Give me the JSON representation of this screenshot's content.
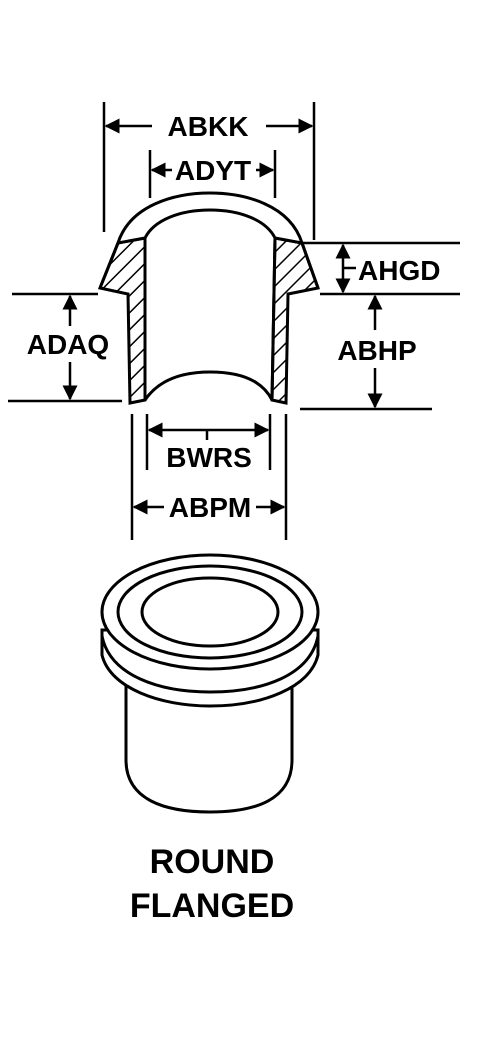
{
  "diagram": {
    "dimensions": {
      "abkk": "ABKK",
      "adyt": "ADYT",
      "ahgd": "AHGD",
      "adaq": "ADAQ",
      "abhp": "ABHP",
      "bwrs": "BWRS",
      "abpm": "ABPM"
    },
    "caption": {
      "line1": "ROUND",
      "line2": "FLANGED"
    },
    "colors": {
      "ink": "#000000",
      "paper": "#ffffff"
    }
  }
}
